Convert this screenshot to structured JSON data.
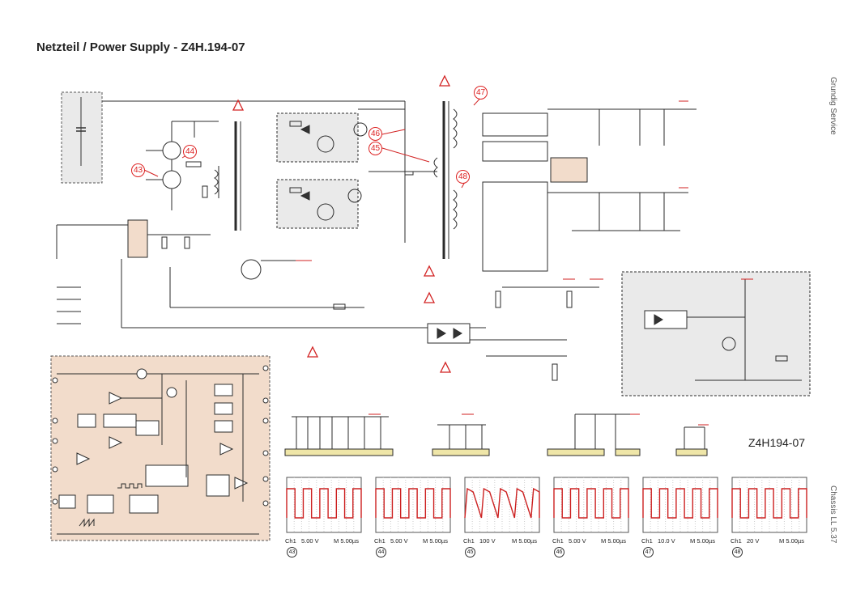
{
  "title": "Netzteil / Power Supply - Z4H.194-07",
  "drawing_number": "Z4H194-07",
  "side_text_top": "Grundig Service",
  "side_text_bottom": "Chassis LL 5.37",
  "test_points": [
    {
      "id": "43"
    },
    {
      "id": "44"
    },
    {
      "id": "45"
    },
    {
      "id": "46"
    },
    {
      "id": "47"
    },
    {
      "id": "48"
    }
  ],
  "oscillograms": [
    {
      "tp": "43",
      "channel": "Ch1",
      "volts": "5.00 V",
      "time": "M 5.00µs"
    },
    {
      "tp": "44",
      "channel": "Ch1",
      "volts": "5.00 V",
      "time": "M 5.00µs"
    },
    {
      "tp": "45",
      "channel": "Ch1",
      "volts": "100 V",
      "time": "M 5.00µs"
    },
    {
      "tp": "46",
      "channel": "Ch1",
      "volts": "5.00 V",
      "time": "M 5.00µs"
    },
    {
      "tp": "47",
      "channel": "Ch1",
      "volts": "10.0 V",
      "time": "M 5.00µs"
    },
    {
      "tp": "48",
      "channel": "Ch1",
      "volts": "20 V",
      "time": "M 5.00µs"
    }
  ],
  "colors": {
    "line": "#2b2b2b",
    "accent_red": "#d22222",
    "hatch_fill": "#f2dccb",
    "dashed_box": "#eaeaea",
    "connector_fill": "#efe6a8"
  }
}
